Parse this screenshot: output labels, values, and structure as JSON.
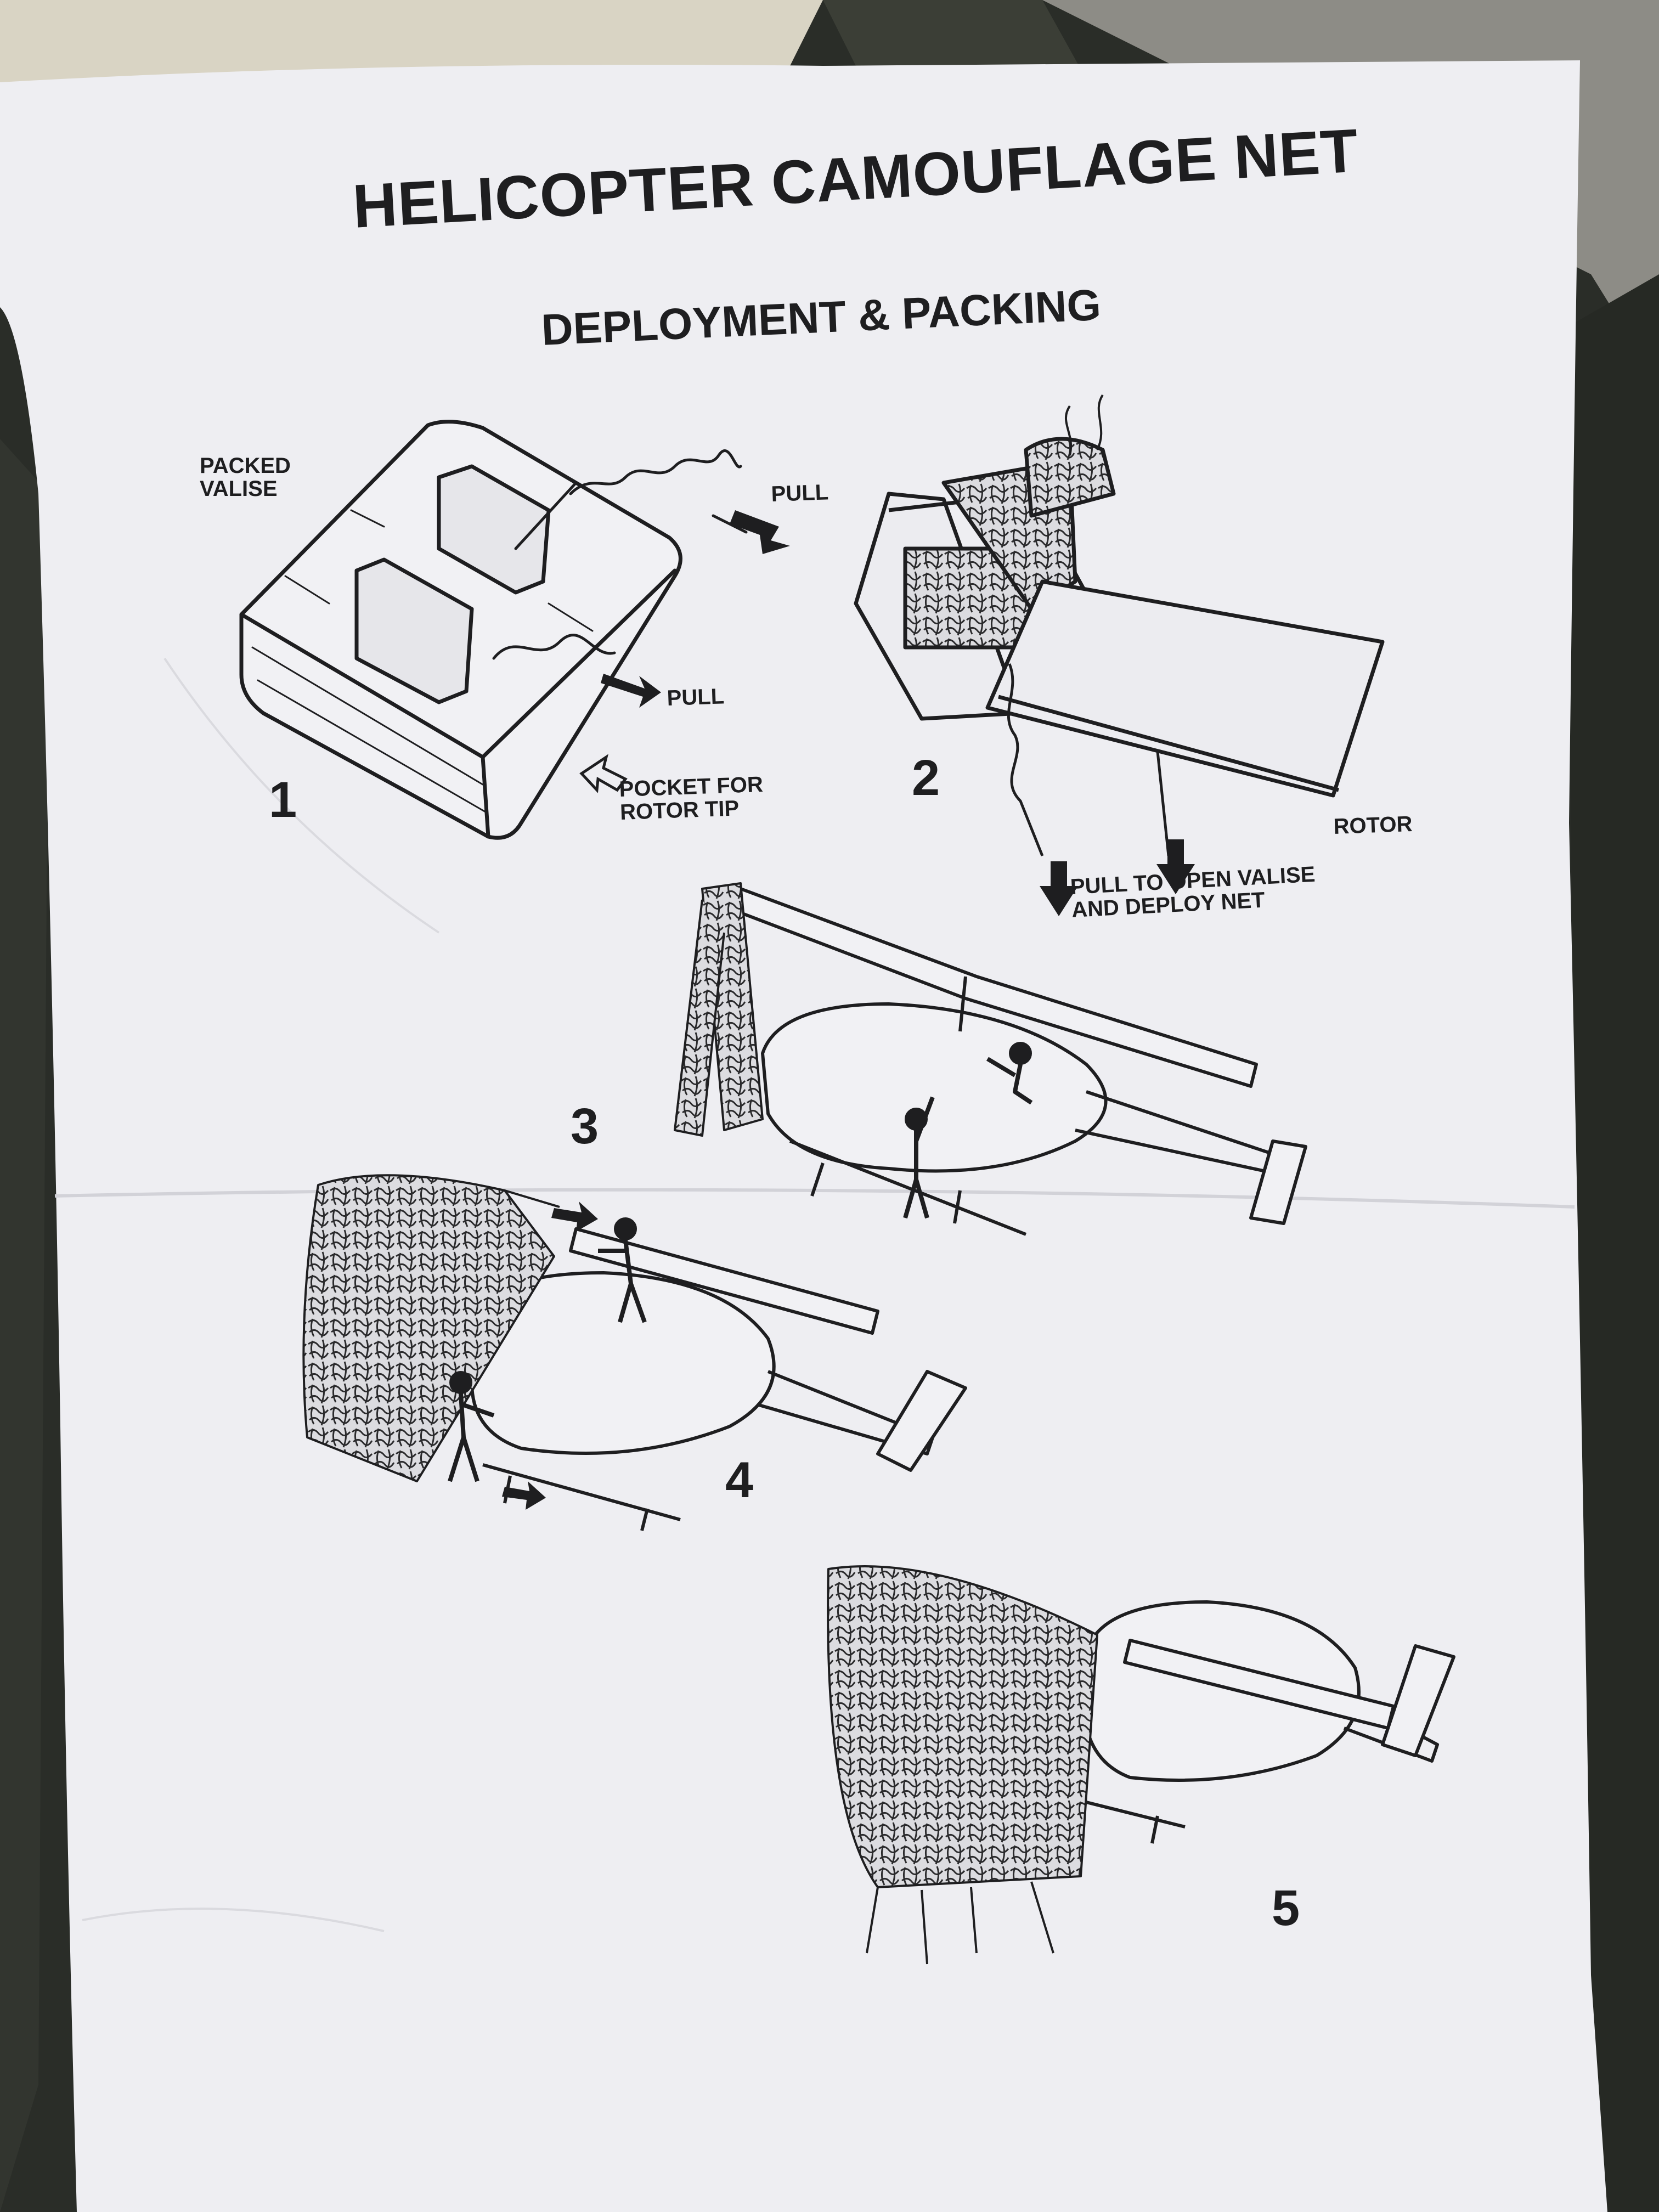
{
  "document": {
    "title": "HELICOPTER CAMOUFLAGE NET",
    "subtitle": "DEPLOYMENT & PACKING"
  },
  "steps": [
    {
      "number": "1",
      "labels": {
        "packed_valise": "PACKED\nVALISE",
        "pull_top": "PULL",
        "pull_bottom": "PULL",
        "pocket": "POCKET FOR\nROTOR TIP"
      }
    },
    {
      "number": "2",
      "labels": {
        "rotor": "ROTOR",
        "deploy": "PULL TO OPEN VALISE\nAND DEPLOY NET"
      }
    },
    {
      "number": "3"
    },
    {
      "number": "4"
    },
    {
      "number": "5"
    }
  ],
  "colors": {
    "paper": "#eeeef2",
    "ink": "#1e1e20",
    "net": "#3a3a3c",
    "background": "#2d302b"
  }
}
